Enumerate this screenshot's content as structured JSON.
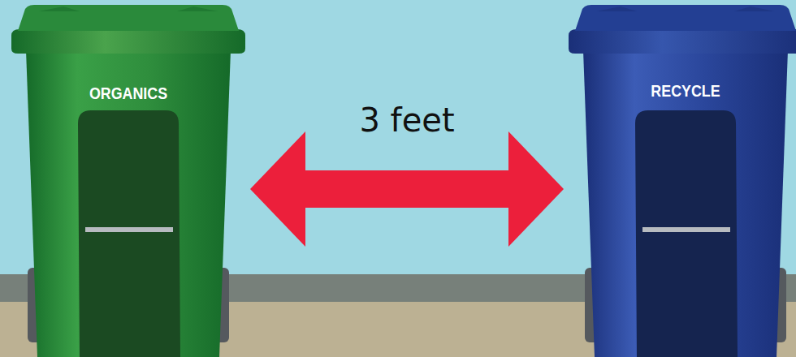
{
  "diagram": {
    "nodes": [
      {
        "text": [
          "ORGANICS"
        ]
      },
      {
        "text": [
          "RECYCLE"
        ]
      }
    ],
    "edges": [
      {
        "from": 0,
        "to": 1,
        "label": "3 feet",
        "arrow": "both"
      }
    ]
  }
}
